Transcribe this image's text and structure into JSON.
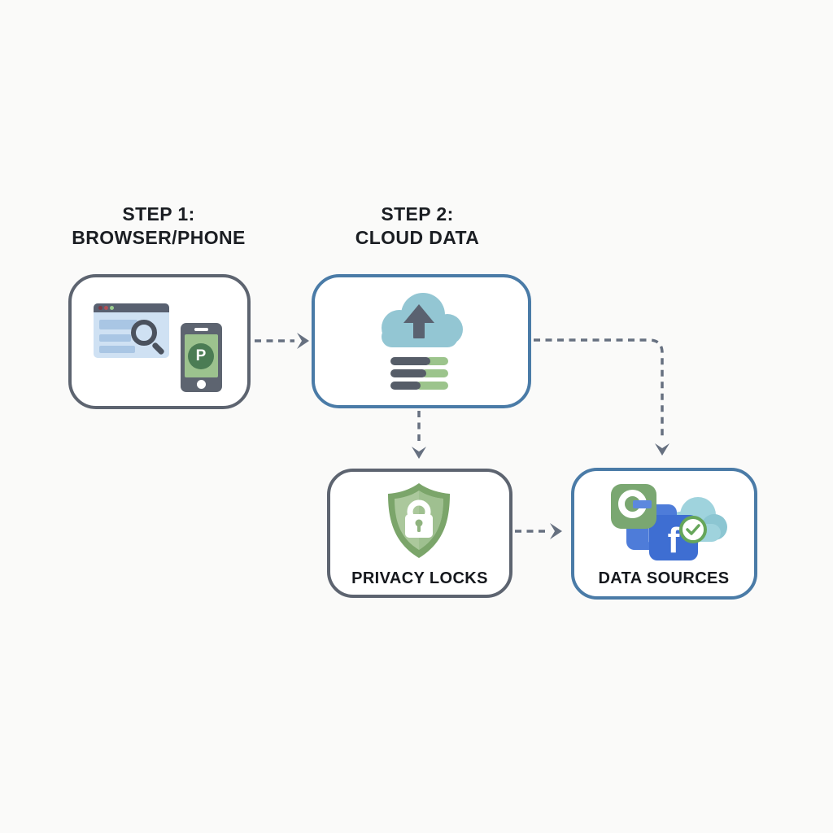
{
  "diagram": {
    "headings": [
      {
        "line1": "STEP 1:",
        "line2": "BROWSER/PHONE"
      },
      {
        "line1": "STEP 2:",
        "line2": "CLOUD DATA"
      }
    ],
    "labels": {
      "privacy": "PRIVACY LOCKS",
      "data_sources": "DATA SOURCES"
    },
    "icon_text": {
      "phone_badge": "P",
      "google_letter": "G",
      "facebook_letter": "f"
    },
    "nodes": [
      {
        "id": "browser-phone",
        "heading": "STEP 1: BROWSER/PHONE",
        "border_color": "#5d6470",
        "icons": [
          "browser-window-icon",
          "smartphone-icon"
        ]
      },
      {
        "id": "cloud-data",
        "heading": "STEP 2: CLOUD DATA",
        "border_color": "#4a7ba7",
        "icons": [
          "cloud-upload-icon",
          "data-bars-icon"
        ]
      },
      {
        "id": "privacy-locks",
        "label": "PRIVACY LOCKS",
        "border_color": "#5d6470",
        "icons": [
          "shield-lock-icon"
        ]
      },
      {
        "id": "data-sources",
        "label": "DATA SOURCES",
        "border_color": "#4a7ba7",
        "icons": [
          "google-icon",
          "facebook-icon",
          "facebook-icon",
          "check-badge-icon",
          "cloud-icon"
        ]
      }
    ],
    "connectors": [
      {
        "from": "browser-phone",
        "to": "cloud-data",
        "style": "dashed",
        "direction": "right"
      },
      {
        "from": "cloud-data",
        "to": "privacy-locks",
        "style": "dashed",
        "direction": "down"
      },
      {
        "from": "cloud-data",
        "to": "data-sources",
        "style": "dashed",
        "direction": "right-then-down"
      },
      {
        "from": "privacy-locks",
        "to": "data-sources",
        "style": "dashed",
        "direction": "right"
      }
    ],
    "colors": {
      "background": "#fafaf9",
      "box_border_gray": "#5d6470",
      "box_border_blue": "#4a7ba7",
      "arrow_gray": "#667080",
      "cloud_teal": "#93c6d3",
      "shield_green_outer": "#7ba56a",
      "shield_green_inner": "#abc89c",
      "bar_green": "#9cc48c",
      "bar_gray": "#565d68",
      "facebook_blue": "#3e6ed2",
      "google_green": "#7aa771",
      "check_green": "#66a65a",
      "phone_screen_green": "#9cc28e",
      "browser_body_blue": "#cfe1f3"
    }
  }
}
